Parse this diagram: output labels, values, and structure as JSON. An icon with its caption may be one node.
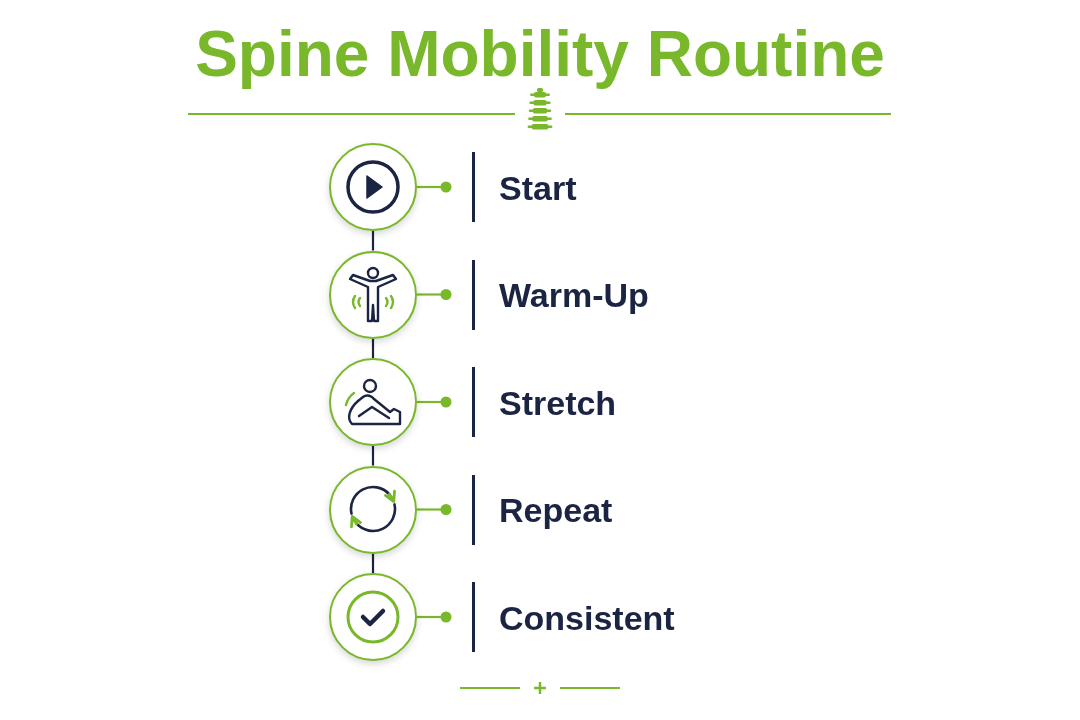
{
  "diagram": {
    "title": "Spine Mobility Routine",
    "nodes": [
      {
        "text": [],
        "shape": "circle",
        "beside": [
          "Start"
        ]
      },
      {
        "text": [],
        "shape": "circle",
        "beside": [
          "Warm-Up"
        ]
      },
      {
        "text": [],
        "shape": "circle",
        "beside": [
          "Stretch"
        ]
      },
      {
        "text": [],
        "shape": "circle",
        "beside": [
          "Repeat"
        ]
      },
      {
        "text": [],
        "shape": "circle",
        "beside": [
          "Consistent"
        ]
      }
    ],
    "edges": [
      {
        "from": 0,
        "to": 1,
        "arrow": "none",
        "color": "#1b2442"
      },
      {
        "from": 1,
        "to": 2,
        "arrow": "none",
        "color": "#1b2442"
      },
      {
        "from": 2,
        "to": 3,
        "arrow": "none",
        "color": "#1b2442"
      },
      {
        "from": 3,
        "to": 4,
        "arrow": "none",
        "color": "#1b2442"
      },
      {
        "from": 0,
        "to": null,
        "arrow": "other"
      },
      {
        "from": 1,
        "to": null,
        "arrow": "other"
      },
      {
        "from": 2,
        "to": null,
        "arrow": "other"
      },
      {
        "from": 3,
        "to": null,
        "arrow": "other"
      },
      {
        "from": 4,
        "to": null,
        "arrow": "other"
      }
    ]
  }
}
